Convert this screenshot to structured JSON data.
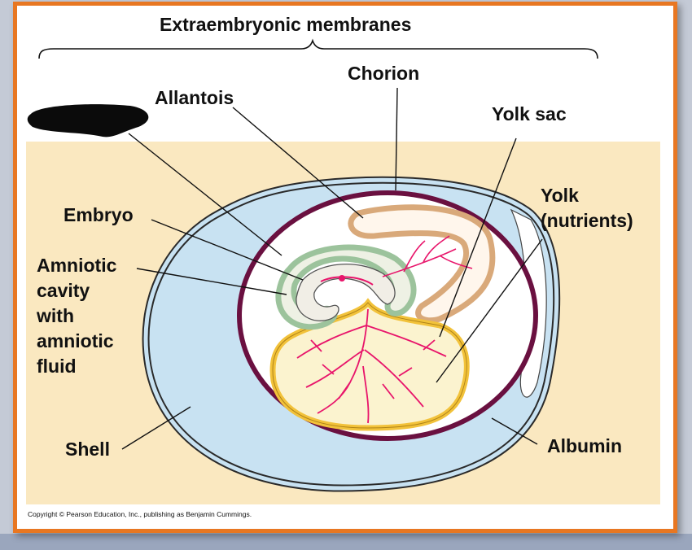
{
  "title": "Extraembryonic membranes",
  "labels": {
    "chorion": "Chorion",
    "allantois": "Allantois",
    "yolk_sac": "Yolk sac",
    "yolk": [
      "Yolk",
      "(nutrients)"
    ],
    "embryo": "Embryo",
    "amniotic_cavity": [
      "Amniotic",
      "cavity",
      "with",
      "amniotic",
      "fluid"
    ],
    "shell": "Shell",
    "albumin": "Albumin"
  },
  "copyright": "Copyright © Pearson Education, Inc., publishing as Benjamin Cummings.",
  "colors": {
    "frame": "#e87722",
    "background_panel": "#fae8c0",
    "shell": "#c8e2f2",
    "chorion": "#6a1040",
    "allantois": "#d9a97a",
    "yolk_sac": "#f2c23a",
    "amnion": "#9cc39c",
    "blood_vessels": "#e8156b"
  }
}
